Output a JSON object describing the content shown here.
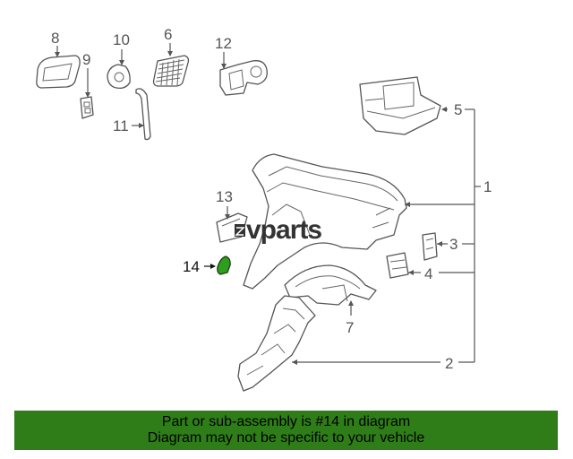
{
  "watermark": "vparts",
  "callouts": {
    "c1": "1",
    "c2": "2",
    "c3": "3",
    "c4": "4",
    "c5": "5",
    "c6": "6",
    "c7": "7",
    "c8": "8",
    "c9": "9",
    "c10": "10",
    "c11": "11",
    "c12": "12",
    "c13": "13",
    "c14": "14"
  },
  "highlight_color": "#2e9e1e",
  "banner": {
    "line1": "Part or sub-assembly is #14 in diagram",
    "line2": "Diagram may not be specific to your vehicle",
    "background": "#2f7d18"
  }
}
